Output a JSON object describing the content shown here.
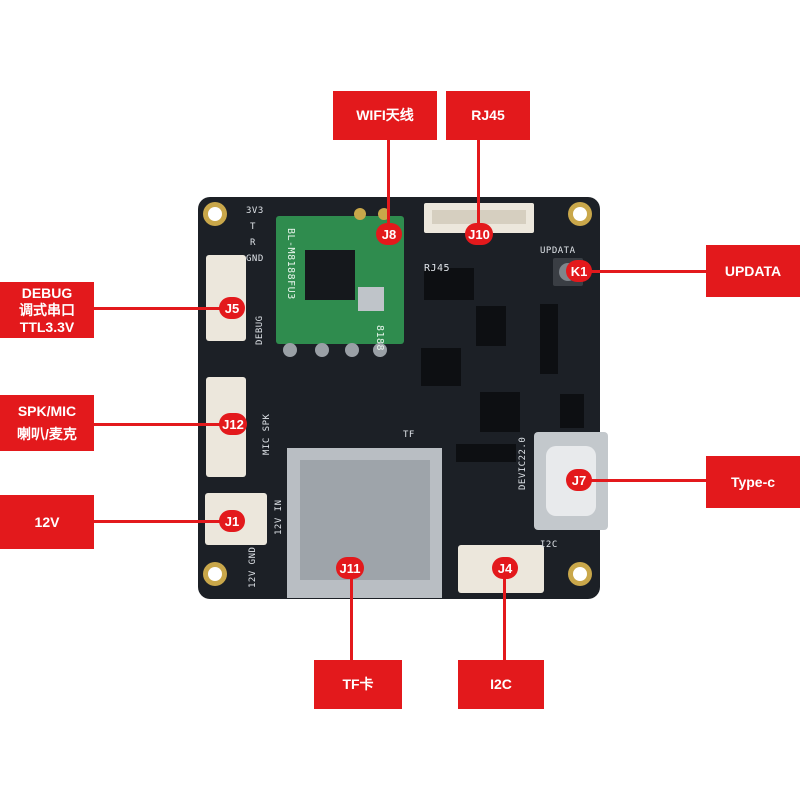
{
  "callouts": {
    "wifi": "WIFI天线",
    "rj45": "RJ45",
    "updata": "UPDATA",
    "debug": [
      "DEBUG",
      "调式串口",
      "TTL3.3V"
    ],
    "spk": [
      "SPK/MIC",
      "喇叭/麦克"
    ],
    "v12": "12V",
    "typec": "Type-c",
    "tf": "TF卡",
    "i2c": "I2C"
  },
  "markers": {
    "j8": "J8",
    "j10": "J10",
    "k1": "K1",
    "j5": "J5",
    "j12": "J12",
    "j1": "J1",
    "j7": "J7",
    "j11": "J11",
    "j4": "J4"
  },
  "silkscreen": {
    "v3": "3V3",
    "t": "T",
    "r": "R",
    "gnd": "GND",
    "rj45": "RJ45",
    "updata": "UPDATA",
    "debug": "DEBUG",
    "micspk": "MIC SPK",
    "in12": "12V IN",
    "gnd12": "12V GND",
    "device": "DEVIC22.0",
    "i2c": "I2C",
    "tf": "TF",
    "module": "BL-M8188FU3",
    "module_code": "8188"
  },
  "colors": {
    "accent": "#e3191c",
    "board": "#1c2026",
    "module": "#2f8c4e"
  }
}
